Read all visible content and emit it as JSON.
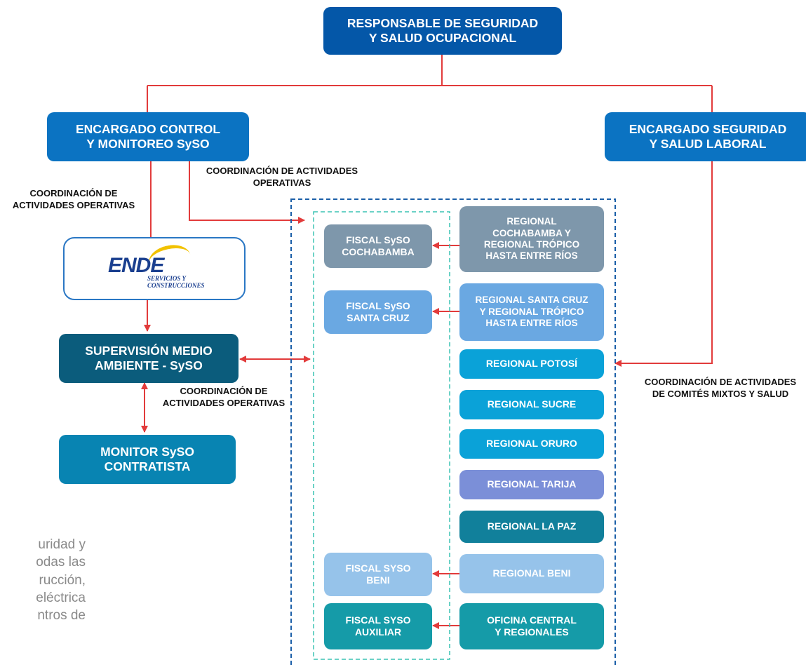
{
  "chart_data": {
    "type": "org-chart",
    "nodes": {
      "top": "RESPONSABLE DE SEGURIDAD\nY SALUD OCUPACIONAL",
      "left": "ENCARGADO CONTROL\nY MONITOREO SySO",
      "right": "ENCARGADO SEGURIDAD\nY SALUD LABORAL",
      "supervision": "SUPERVISIÓN MEDIO\nAMBIENTE - SySO",
      "monitor": "MONITOR SySO\nCONTRATISTA"
    },
    "logo": {
      "name": "ENDE",
      "sub": "SERVICIOS Y\nCONSTRUCCIONES"
    },
    "labels": {
      "coord_left": "COORDINACIÓN DE\nACTIVIDADES OPERATIVAS",
      "coord_top": "COORDINACIÓN DE ACTIVIDADES\nOPERATIVAS",
      "coord_mid": "COORDINACIÓN DE\nACTIVIDADES OPERATIVAS",
      "coord_right": "COORDINACIÓN DE ACTIVIDADES\nDE COMITÉS MIXTOS Y SALUD"
    },
    "fiscals": [
      {
        "text": "FISCAL SySO\nCOCHABAMBA",
        "color": "#7e97ab"
      },
      {
        "text": "FISCAL SySO\nSANTA CRUZ",
        "color": "#6aa8e2"
      },
      {
        "text": "FISCAL SYSO\nBENI",
        "color": "#96c3ea"
      },
      {
        "text": "FISCAL SYSO\nAUXILIAR",
        "color": "#159ba8"
      }
    ],
    "regionals": [
      {
        "text": "REGIONAL\nCOCHABAMBA Y\nREGIONAL TRÓPICO\nHASTA ENTRE RÍOS",
        "color": "#7e97ab"
      },
      {
        "text": "REGIONAL SANTA CRUZ\nY REGIONAL TRÓPICO\nHASTA ENTRE RÍOS",
        "color": "#6aa8e2"
      },
      {
        "text": "REGIONAL POTOSÍ",
        "color": "#0aa2d8"
      },
      {
        "text": "REGIONAL SUCRE",
        "color": "#0aa2d8"
      },
      {
        "text": "REGIONAL ORURO",
        "color": "#0aa2d8"
      },
      {
        "text": "REGIONAL  TARIJA",
        "color": "#7b8fd8"
      },
      {
        "text": "REGIONAL LA PAZ",
        "color": "#11809b"
      },
      {
        "text": "REGIONAL BENI",
        "color": "#96c3ea"
      },
      {
        "text": "OFICINA CENTRAL\nY REGIONALES",
        "color": "#159ba8"
      }
    ],
    "colors": {
      "connector": "#e23b3b",
      "top_box": "#0457a8",
      "mid_box": "#0b73c2",
      "supervision_box": "#0b5c7c",
      "monitor_box": "#0884b2",
      "outer_dash": "#1b5fa8",
      "inner_dash": "#3cc3b4"
    }
  },
  "body_text": "uridad y\nodas las\nrucción,\neléctrica\nntros de"
}
